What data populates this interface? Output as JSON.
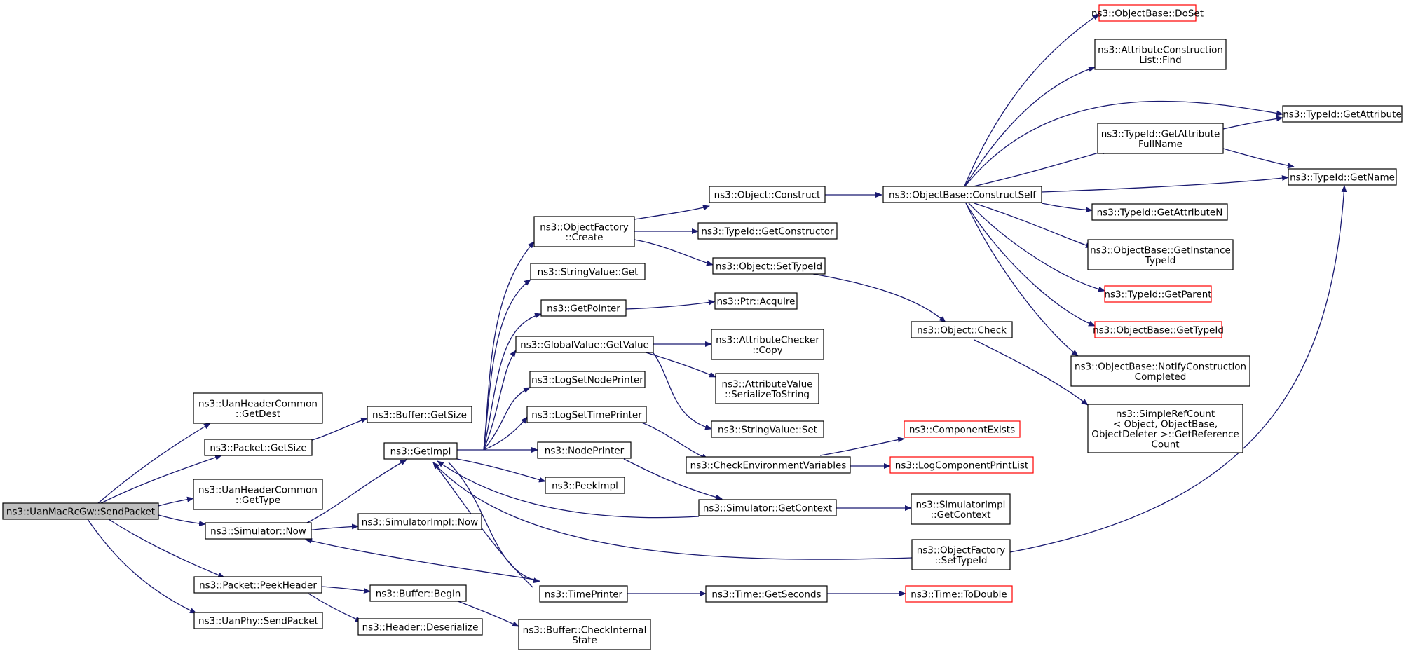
{
  "colors": {
    "edge": "#191970",
    "node_border": "#000000",
    "truncated_border": "#ff0000",
    "root_fill": "#bfbfbf",
    "node_fill": "#ffffff"
  },
  "nodes": {
    "sendpacket": {
      "lines": [
        "ns3::UanMacRcGw::SendPacket"
      ],
      "style": "root"
    },
    "getdest": {
      "lines": [
        "ns3::UanHeaderCommon",
        "::GetDest"
      ],
      "style": "normal"
    },
    "pkt_getsize": {
      "lines": [
        "ns3::Packet::GetSize"
      ],
      "style": "normal"
    },
    "gettype": {
      "lines": [
        "ns3::UanHeaderCommon",
        "::GetType"
      ],
      "style": "normal"
    },
    "sim_now": {
      "lines": [
        "ns3::Simulator::Now"
      ],
      "style": "normal"
    },
    "peekheader": {
      "lines": [
        "ns3::Packet::PeekHeader"
      ],
      "style": "normal"
    },
    "phy_send": {
      "lines": [
        "ns3::UanPhy::SendPacket"
      ],
      "style": "normal"
    },
    "buf_getsize": {
      "lines": [
        "ns3::Buffer::GetSize"
      ],
      "style": "normal"
    },
    "getimpl": {
      "lines": [
        "ns3::GetImpl"
      ],
      "style": "normal"
    },
    "simimpl_now": {
      "lines": [
        "ns3::SimulatorImpl::Now"
      ],
      "style": "normal"
    },
    "buf_begin": {
      "lines": [
        "ns3::Buffer::Begin"
      ],
      "style": "normal"
    },
    "hdr_deser": {
      "lines": [
        "ns3::Header::Deserialize"
      ],
      "style": "normal"
    },
    "buf_checkint": {
      "lines": [
        "ns3::Buffer::CheckInternal",
        "State"
      ],
      "style": "normal"
    },
    "of_create": {
      "lines": [
        "ns3::ObjectFactory",
        "::Create"
      ],
      "style": "normal"
    },
    "sv_get": {
      "lines": [
        "ns3::StringValue::Get"
      ],
      "style": "normal"
    },
    "getpointer": {
      "lines": [
        "ns3::GetPointer"
      ],
      "style": "normal"
    },
    "gv_getvalue": {
      "lines": [
        "ns3::GlobalValue::GetValue"
      ],
      "style": "normal"
    },
    "lsnp": {
      "lines": [
        "ns3::LogSetNodePrinter"
      ],
      "style": "normal"
    },
    "lstp": {
      "lines": [
        "ns3::LogSetTimePrinter"
      ],
      "style": "normal"
    },
    "nodeprinter": {
      "lines": [
        "ns3::NodePrinter"
      ],
      "style": "normal"
    },
    "peekimpl": {
      "lines": [
        "ns3::PeekImpl"
      ],
      "style": "normal"
    },
    "timeprinter": {
      "lines": [
        "ns3::TimePrinter"
      ],
      "style": "normal"
    },
    "obj_construct": {
      "lines": [
        "ns3::Object::Construct"
      ],
      "style": "normal"
    },
    "tid_getctor": {
      "lines": [
        "ns3::TypeId::GetConstructor"
      ],
      "style": "normal"
    },
    "obj_settid": {
      "lines": [
        "ns3::Object::SetTypeId"
      ],
      "style": "normal"
    },
    "ptr_acquire": {
      "lines": [
        "ns3::Ptr::Acquire"
      ],
      "style": "normal"
    },
    "ac_copy": {
      "lines": [
        "ns3::AttributeChecker",
        "::Copy"
      ],
      "style": "normal"
    },
    "av_ser": {
      "lines": [
        "ns3::AttributeValue",
        "::SerializeToString"
      ],
      "style": "normal"
    },
    "sv_set": {
      "lines": [
        "ns3::StringValue::Set"
      ],
      "style": "normal"
    },
    "checkenv": {
      "lines": [
        "ns3::CheckEnvironmentVariables"
      ],
      "style": "normal"
    },
    "sim_getctx": {
      "lines": [
        "ns3::Simulator::GetContext"
      ],
      "style": "normal"
    },
    "of_settid": {
      "lines": [
        "ns3::ObjectFactory",
        "::SetTypeId"
      ],
      "style": "normal"
    },
    "time_getsec": {
      "lines": [
        "ns3::Time::GetSeconds"
      ],
      "style": "normal"
    },
    "ob_constructself": {
      "lines": [
        "ns3::ObjectBase::ConstructSelf"
      ],
      "style": "normal"
    },
    "obj_check": {
      "lines": [
        "ns3::Object::Check"
      ],
      "style": "normal"
    },
    "compexists": {
      "lines": [
        "ns3::ComponentExists"
      ],
      "style": "truncated"
    },
    "logcomp": {
      "lines": [
        "ns3::LogComponentPrintList"
      ],
      "style": "truncated"
    },
    "simimpl_getctx": {
      "lines": [
        "ns3::SimulatorImpl",
        "::GetContext"
      ],
      "style": "normal"
    },
    "time_todouble": {
      "lines": [
        "ns3::Time::ToDouble"
      ],
      "style": "truncated"
    },
    "ob_doset": {
      "lines": [
        "ns3::ObjectBase::DoSet"
      ],
      "style": "truncated"
    },
    "acl_find": {
      "lines": [
        "ns3::AttributeConstruction",
        "List::Find"
      ],
      "style": "normal"
    },
    "tid_getattrfull": {
      "lines": [
        "ns3::TypeId::GetAttribute",
        "FullName"
      ],
      "style": "normal"
    },
    "tid_getattrn": {
      "lines": [
        "ns3::TypeId::GetAttributeN"
      ],
      "style": "normal"
    },
    "ob_getinst": {
      "lines": [
        "ns3::ObjectBase::GetInstance",
        "TypeId"
      ],
      "style": "normal"
    },
    "tid_getparent": {
      "lines": [
        "ns3::TypeId::GetParent"
      ],
      "style": "truncated"
    },
    "ob_gettid": {
      "lines": [
        "ns3::ObjectBase::GetTypeId"
      ],
      "style": "truncated"
    },
    "ob_notify": {
      "lines": [
        "ns3::ObjectBase::NotifyConstruction",
        "Completed"
      ],
      "style": "normal"
    },
    "src": {
      "lines": [
        "ns3::SimpleRefCount",
        "< Object, ObjectBase,",
        " ObjectDeleter >::GetReference",
        "Count"
      ],
      "style": "normal"
    },
    "tid_getattr": {
      "lines": [
        "ns3::TypeId::GetAttribute"
      ],
      "style": "normal"
    },
    "tid_getname": {
      "lines": [
        "ns3::TypeId::GetName"
      ],
      "style": "normal"
    }
  }
}
